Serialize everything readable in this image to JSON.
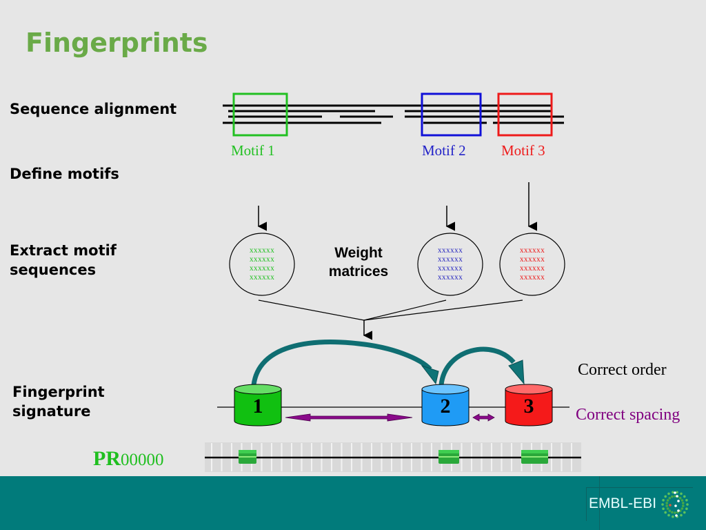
{
  "title": "Fingerprints",
  "steps": {
    "sequence_alignment": "Sequence alignment",
    "define_motifs": "Define motifs",
    "extract_line1": "Extract motif",
    "extract_line2": "sequences",
    "signature_line1": "Fingerprint",
    "signature_line2": "signature"
  },
  "motifs": [
    {
      "label": "Motif 1",
      "color": "#22c022",
      "number": "1",
      "cylinder_color": "#11c011",
      "rows": [
        "xxxxxx",
        "xxxxxx",
        "xxxxxx",
        "xxxxxx"
      ]
    },
    {
      "label": "Motif 2",
      "color": "#2222c8",
      "number": "2",
      "cylinder_color": "#1f9bf5",
      "rows": [
        "xxxxxx",
        "xxxxxx",
        "xxxxxx",
        "xxxxxx"
      ]
    },
    {
      "label": "Motif 3",
      "color": "#ee1a1a",
      "number": "3",
      "cylinder_color": "#f51a1a",
      "rows": [
        "xxxxxx",
        "xxxxxx",
        "xxxxxx",
        "xxxxxx"
      ]
    }
  ],
  "weight_matrices": {
    "line1": "Weight",
    "line2": "matrices"
  },
  "legend": {
    "order": "Correct order",
    "spacing": "Correct spacing",
    "order_color": "#000000",
    "spacing_color": "#800080",
    "arc_color": "#0f6e72"
  },
  "prints_entry": {
    "prefix": "PR",
    "number": "00000"
  },
  "footer": {
    "logo_text": "EMBL-EBI",
    "bg_color": "#017b7b"
  }
}
